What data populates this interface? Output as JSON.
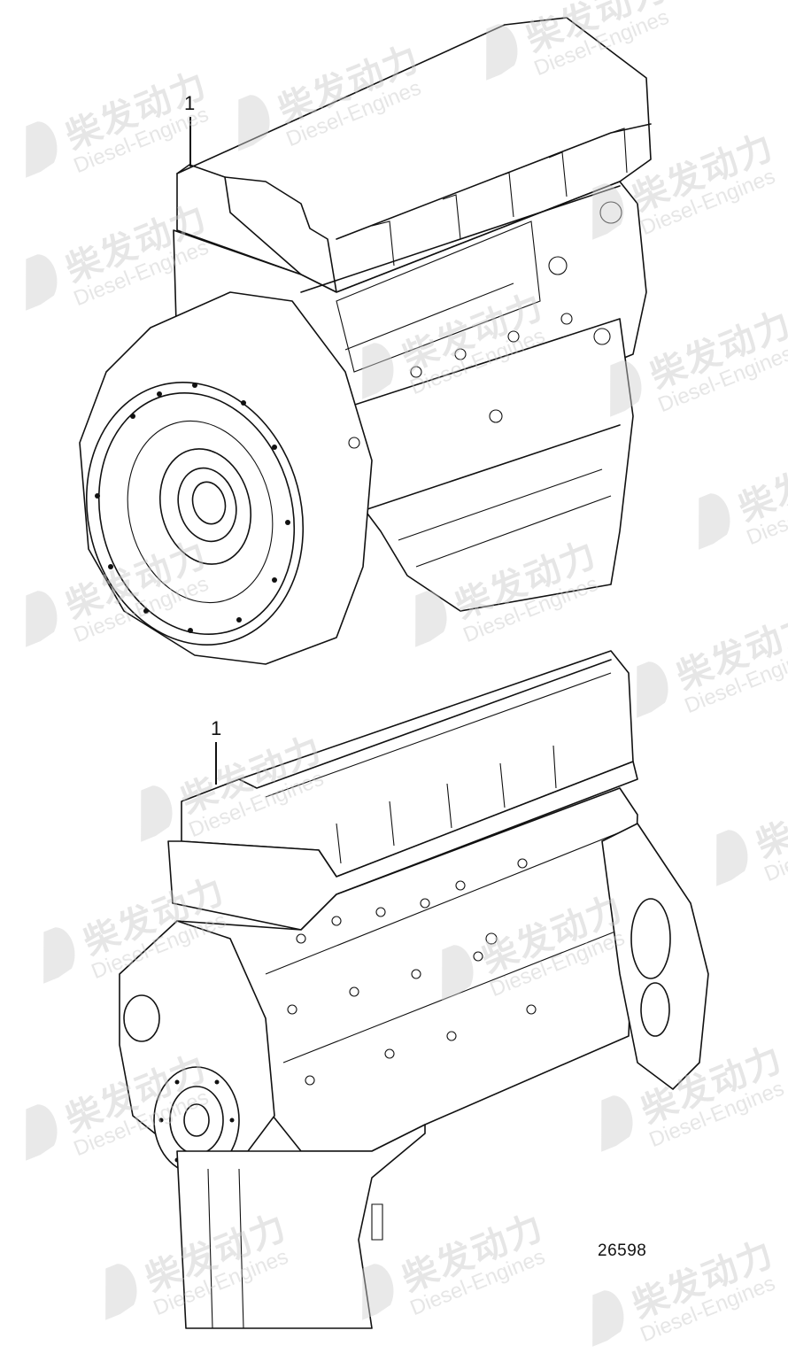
{
  "diagram": {
    "type": "engine-parts-illustration",
    "views": [
      {
        "name": "engine-view-upper",
        "description": "Complete engine, flywheel side view",
        "callout": {
          "label": "1"
        }
      },
      {
        "name": "engine-view-lower",
        "description": "Complete engine, timing-cover side view",
        "callout": {
          "label": "1"
        }
      }
    ],
    "figure_number": "26598"
  },
  "watermark": {
    "cn_text": "柴发动力",
    "en_text": "Diesel-Engines",
    "icon": "d-logo-icon",
    "color": "#c9c9c9"
  },
  "colors": {
    "background": "#ffffff",
    "line": "#111111"
  }
}
